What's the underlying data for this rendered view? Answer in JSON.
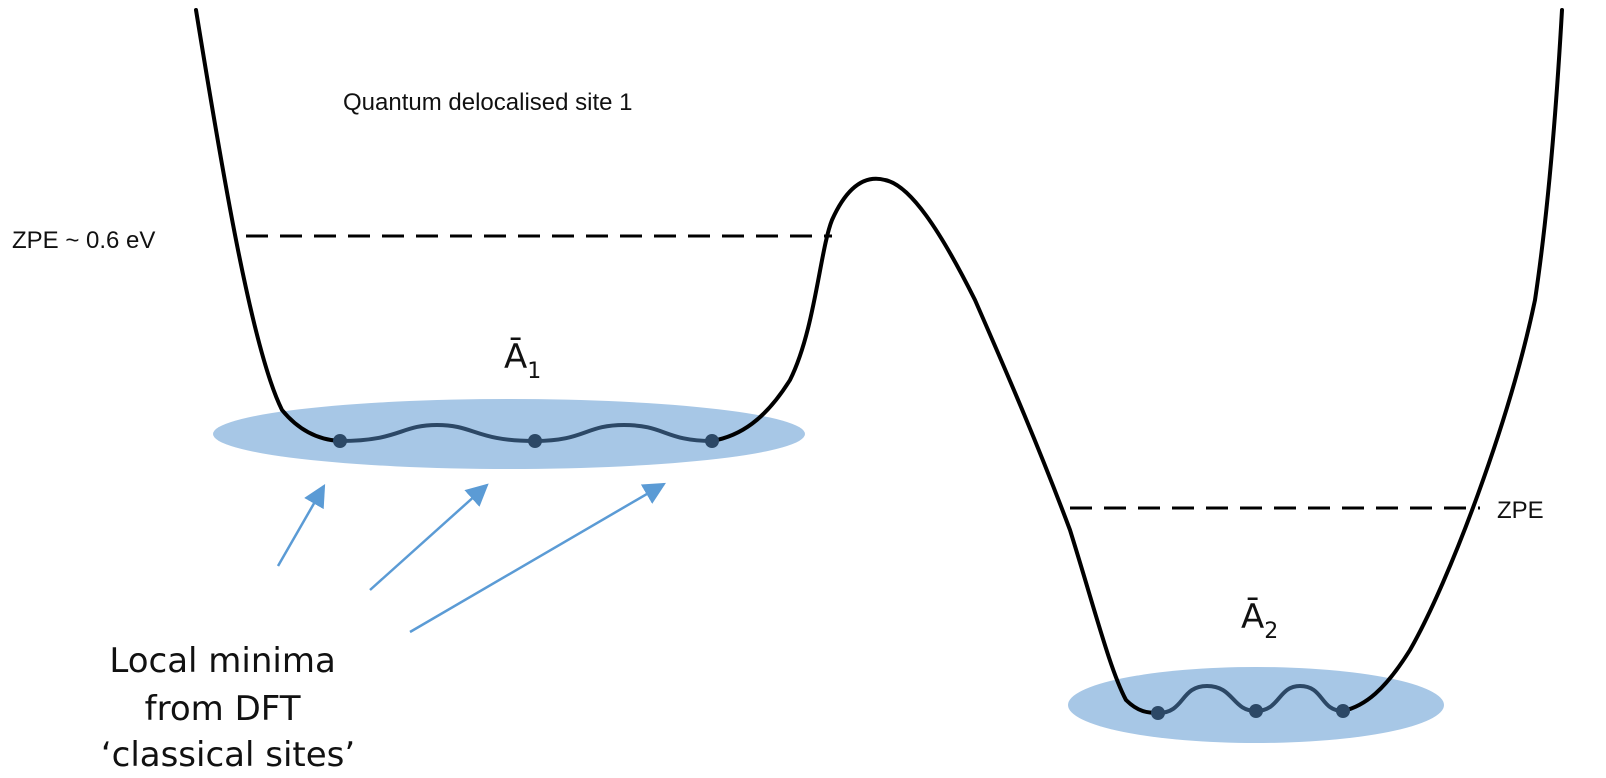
{
  "labels": {
    "quantum_site": "Quantum delocalised site 1",
    "zpe_left": "ZPE ~ 0.6 eV",
    "zpe_right": "ZPE",
    "state_1": {
      "base": "Ā",
      "sub": "1"
    },
    "state_2": {
      "base": "Ā",
      "sub": "2"
    },
    "local_minima_lines": [
      "Local minima",
      "from DFT",
      "‘classical sites’"
    ]
  },
  "colors": {
    "curve": "#000000",
    "well_fill": "#a7c7e6",
    "minima_curve": "#2c4866",
    "arrow": "#5b9bd5",
    "dashed": "#000000",
    "text": "#111111"
  }
}
